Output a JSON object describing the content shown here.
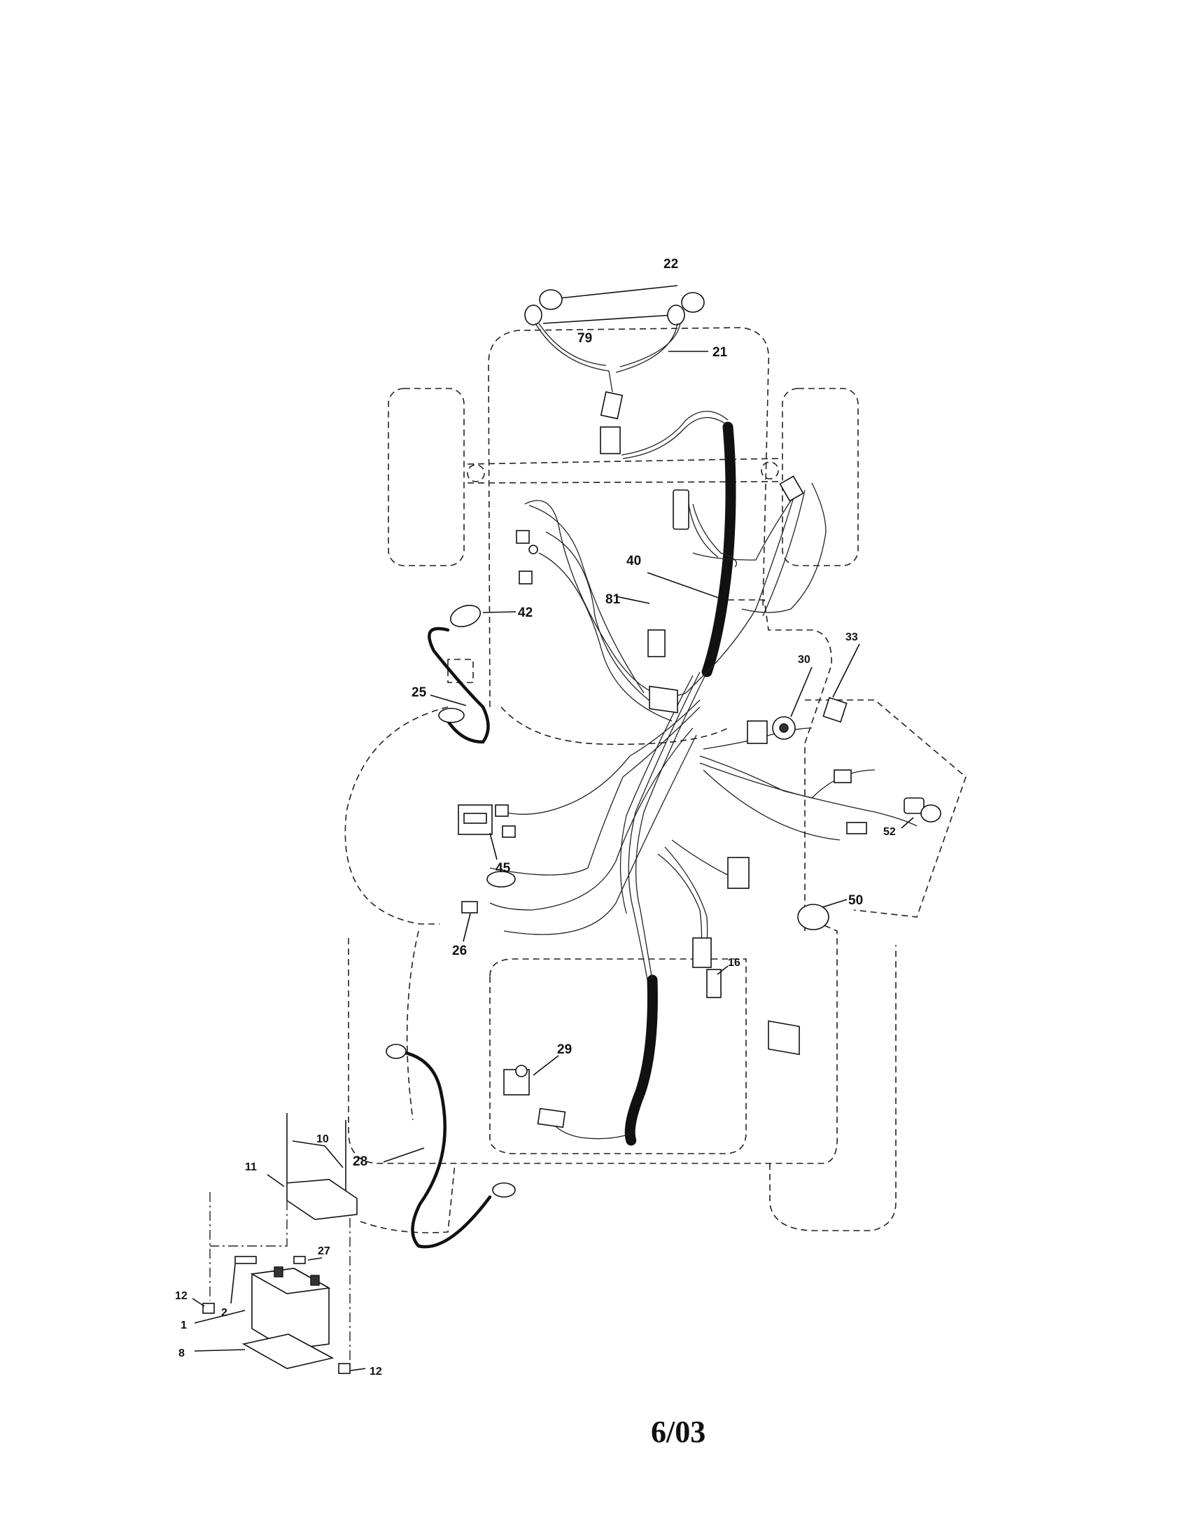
{
  "callouts": {
    "c22": "22",
    "c79": "79",
    "c21": "21",
    "c40": "40",
    "c81": "81",
    "c42": "42",
    "c33": "33",
    "c30": "30",
    "c25": "25",
    "c45": "45",
    "c52": "52",
    "c50": "50",
    "c26": "26",
    "c16": "16",
    "c29": "29",
    "c10": "10",
    "c11": "11",
    "c28": "28",
    "c27": "27",
    "c12a": "12",
    "c2": "2",
    "c1": "1",
    "c8": "8",
    "c12b": "12"
  },
  "page_date": "6/03"
}
